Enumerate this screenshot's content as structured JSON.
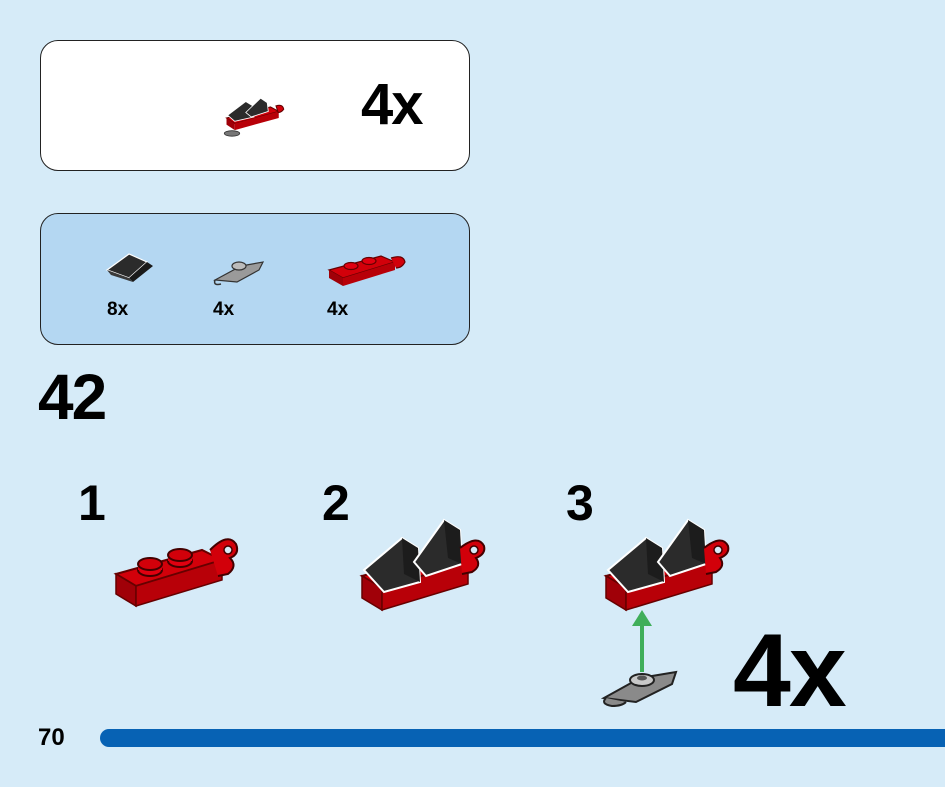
{
  "result": {
    "multiplier": "4x"
  },
  "parts": [
    {
      "name": "black-slope-brick",
      "count": "8x"
    },
    {
      "name": "grey-clip-plate",
      "count": "4x"
    },
    {
      "name": "red-clip-plate",
      "count": "4x"
    }
  ],
  "step": {
    "number": "42",
    "substeps": [
      "1",
      "2",
      "3"
    ],
    "multiplier": "4x"
  },
  "page": {
    "number": "70"
  },
  "colors": {
    "background": "#d6ebf8",
    "parts_box": "#b4d7f2",
    "brick_red": "#d2000a",
    "brick_black": "#2b2b2b",
    "progress_bar": "#0762b4",
    "arrow_green": "#3fae5a"
  }
}
